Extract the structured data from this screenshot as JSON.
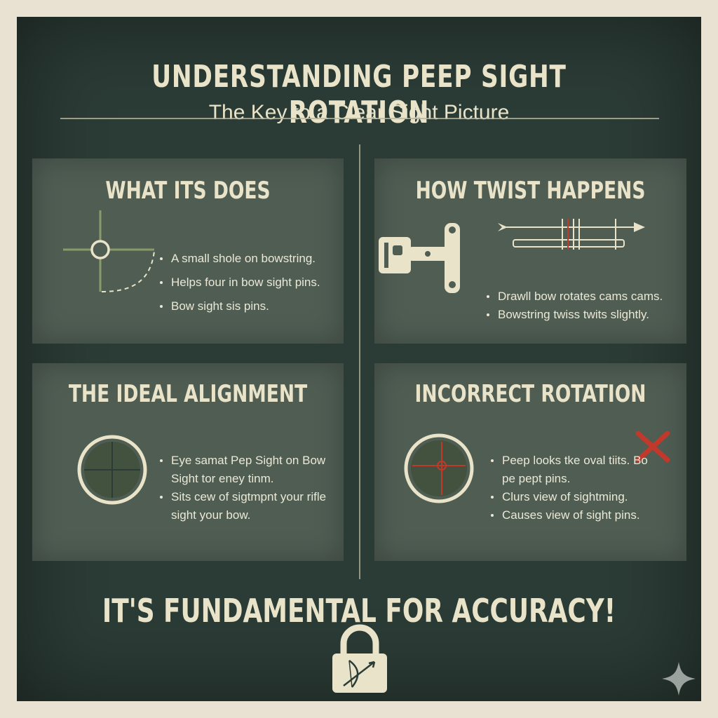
{
  "header": {
    "title": "UNDERSTANDING PEEP SIGHT ROTATION",
    "subtitle": "The Key to a Clear Sight Picture"
  },
  "panels": [
    {
      "title": "WHAT ITS DOES",
      "bullets": [
        "A small shole on bowstring.",
        "Helps four in bow sight pins.",
        "Bow sight sis pins."
      ]
    },
    {
      "title": "HOW TWIST HAPPENS",
      "bullets": [
        "Drawll bow rotates cams cams.",
        "Bowstring twiss twits slightly."
      ]
    },
    {
      "title": "THE IDEAL ALIGNMENT",
      "bullets": [
        "Eye samat Pep Sight on Bow Sight tor eney tinm.",
        "Sits cew of sigtmpnt your rifle sight your bow."
      ]
    },
    {
      "title": "INCORRECT ROTATION",
      "bullets": [
        "Peep looks tke oval tiits. Bo pe pept pins.",
        "Clurs view of sightming.",
        "Causes view of sight pins."
      ]
    }
  ],
  "footer": {
    "text": "IT'S FUNDAMENTAL FOR ACCURACY!"
  },
  "icons": {
    "peep": "peep-sight-icon",
    "release": "release-aid-icon",
    "arrow": "arrow-icon",
    "ideal": "aligned-sight-icon",
    "incorrect": "misaligned-sight-icon",
    "x": "x-mark-icon",
    "lock": "padlock-icon",
    "sparkle": "sparkle-icon"
  },
  "colors": {
    "board": "#2b3b35",
    "panel": "#4f5d53",
    "cream": "#e9e4c9",
    "red": "#c0392b",
    "green": "#8a9a6a"
  }
}
